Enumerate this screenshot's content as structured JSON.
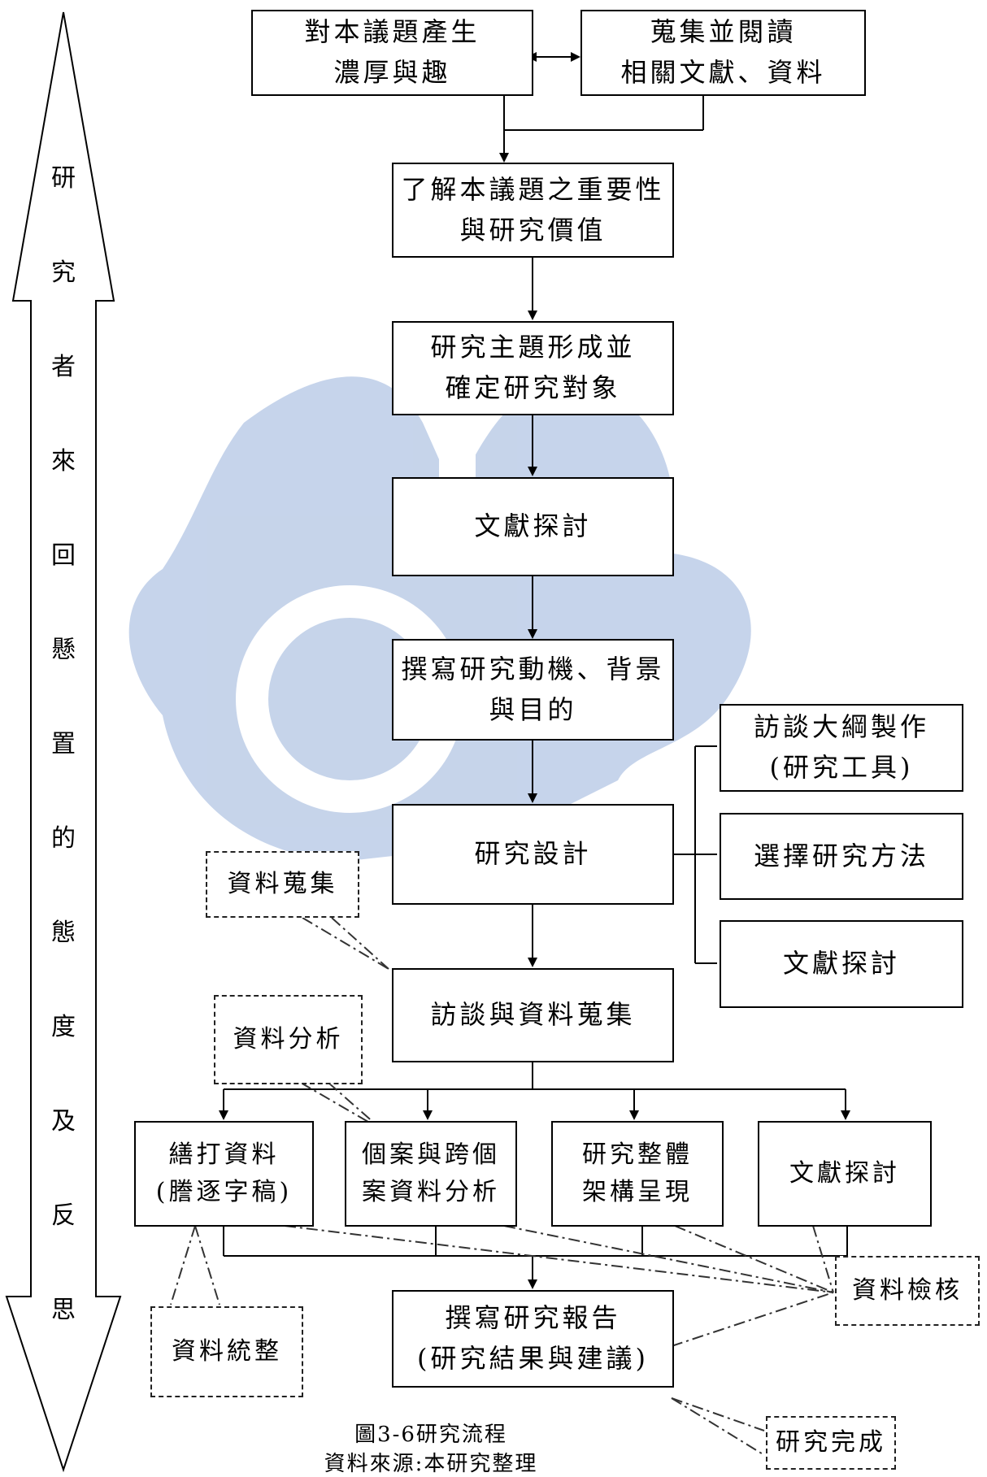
{
  "side_label": [
    "研",
    "究",
    "者",
    "來",
    "回",
    "懸",
    "置",
    "的",
    "態",
    "度",
    "及",
    "反",
    "思"
  ],
  "steps": {
    "interest": [
      "對本議題產生",
      "濃厚與趣"
    ],
    "collect": [
      "蒐集並閱讀",
      "相關文獻、資料"
    ],
    "importance": [
      "了解本議題之重要性",
      "與研究價值"
    ],
    "topic": [
      "研究主題形成並",
      "確定研究對象"
    ],
    "lit_review": "文獻探討",
    "motivation": [
      "撰寫研究動機、背景",
      "與目的"
    ],
    "design": "研究設計",
    "interview": "訪談與資料蒐集",
    "report": [
      "撰寫研究報告",
      "(研究結果與建議)"
    ]
  },
  "design_branches": {
    "outline": [
      "訪談大綱製作",
      "(研究工具)"
    ],
    "method": "選擇研究方法",
    "lit": "文獻探討"
  },
  "analysis_steps": {
    "transcribe": [
      "繕打資料",
      "(謄逐字稿)"
    ],
    "case": [
      "個案與跨個",
      "案資料分析"
    ],
    "framework": [
      "研究整體",
      "架構呈現"
    ],
    "lit": "文獻探討"
  },
  "callouts": {
    "data_collect": "資料蒐集",
    "data_analysis": "資料分析",
    "data_organize": "資料統整",
    "data_check": "資料檢核",
    "complete": "研究完成"
  },
  "caption": {
    "figure": "圖3-6研究流程",
    "source": "資料來源:本研究整理"
  }
}
